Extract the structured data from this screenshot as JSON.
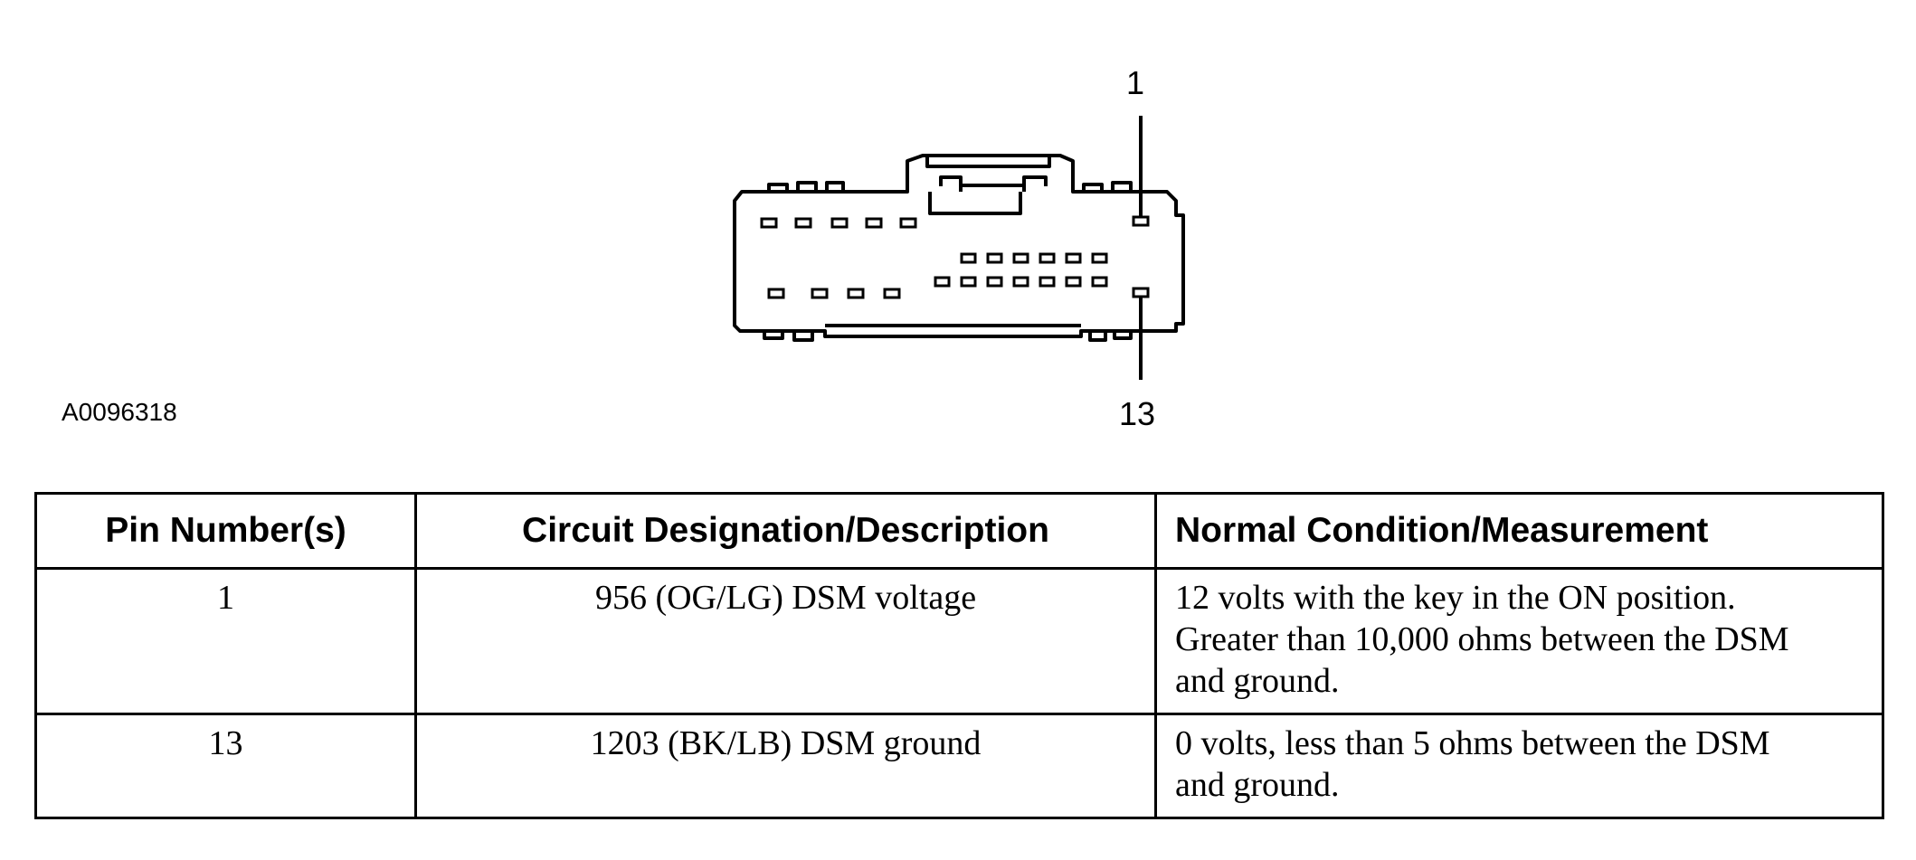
{
  "figure": {
    "id": "A0096318",
    "callouts": [
      "1",
      "13"
    ]
  },
  "table": {
    "headers": [
      "Pin Number(s)",
      "Circuit Designation/Description",
      "Normal Condition/Measurement"
    ],
    "rows": [
      {
        "pin": "1",
        "circuit": "956 (OG/LG) DSM voltage",
        "condition": [
          "12 volts with the key in the ON position.",
          "Greater than 10,000 ohms between the DSM",
          "and ground."
        ]
      },
      {
        "pin": "13",
        "circuit": "1203 (BK/LB) DSM ground",
        "condition": [
          "0 volts, less than 5 ohms between the DSM",
          "and ground."
        ]
      }
    ]
  }
}
